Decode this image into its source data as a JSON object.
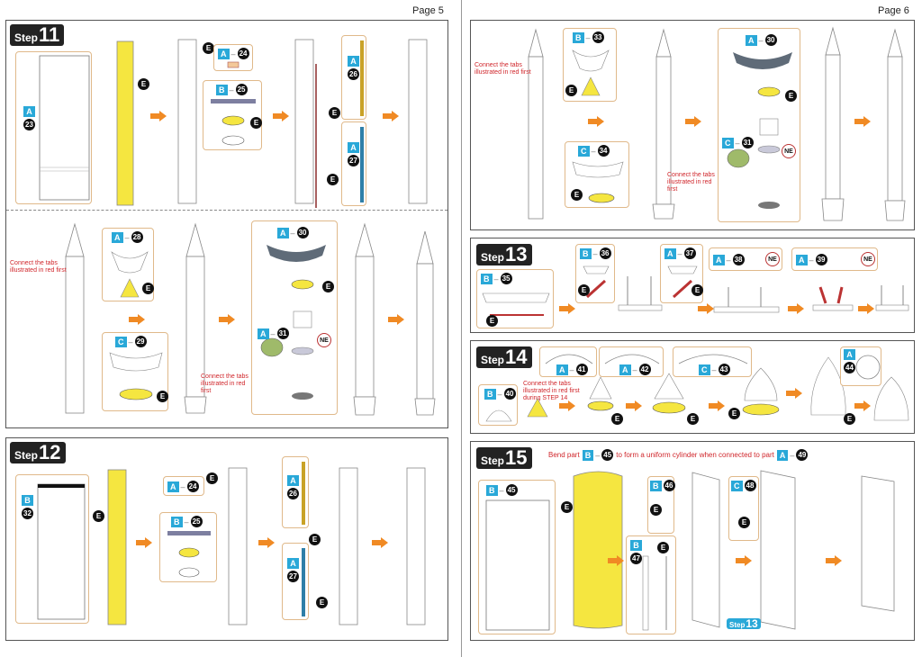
{
  "pages": {
    "left": "Page 5",
    "right": "Page 6"
  },
  "step_word": "Step",
  "steps": {
    "s11": {
      "num": "11"
    },
    "s12": {
      "num": "12"
    },
    "s13": {
      "num": "13"
    },
    "s14": {
      "num": "14"
    },
    "s15": {
      "num": "15"
    }
  },
  "letters": {
    "A": "A",
    "B": "B",
    "C": "C",
    "E": "E",
    "NE": "NE"
  },
  "parts": {
    "p23": "23",
    "p24": "24",
    "p25": "25",
    "p26": "26",
    "p27": "27",
    "p28": "28",
    "p29": "29",
    "p30": "30",
    "p31": "31",
    "p32": "32",
    "p33": "33",
    "p34": "34",
    "p35": "35",
    "p36": "36",
    "p37": "37",
    "p38": "38",
    "p39": "39",
    "p40": "40",
    "p41": "41",
    "p42": "42",
    "p43": "43",
    "p44": "44",
    "p45": "45",
    "p46": "46",
    "p47": "47",
    "p48": "48",
    "p49": "49"
  },
  "dash": "–",
  "notes": {
    "red_first": "Connect the tabs illustrated in red first",
    "red_first_step14": "Connect the tabs illustrated in red first during STEP 14"
  },
  "step15_instruction": {
    "pre": "Bend part",
    "mid": "to form a uniform cylinder when connected to part"
  },
  "colors": {
    "accent_blue": "#29a8d8",
    "arrow_orange": "#f08a24",
    "note_red": "#d0262b",
    "yellow": "#f5e640",
    "gold": "#c9a227",
    "teal": "#2f7fa8"
  }
}
